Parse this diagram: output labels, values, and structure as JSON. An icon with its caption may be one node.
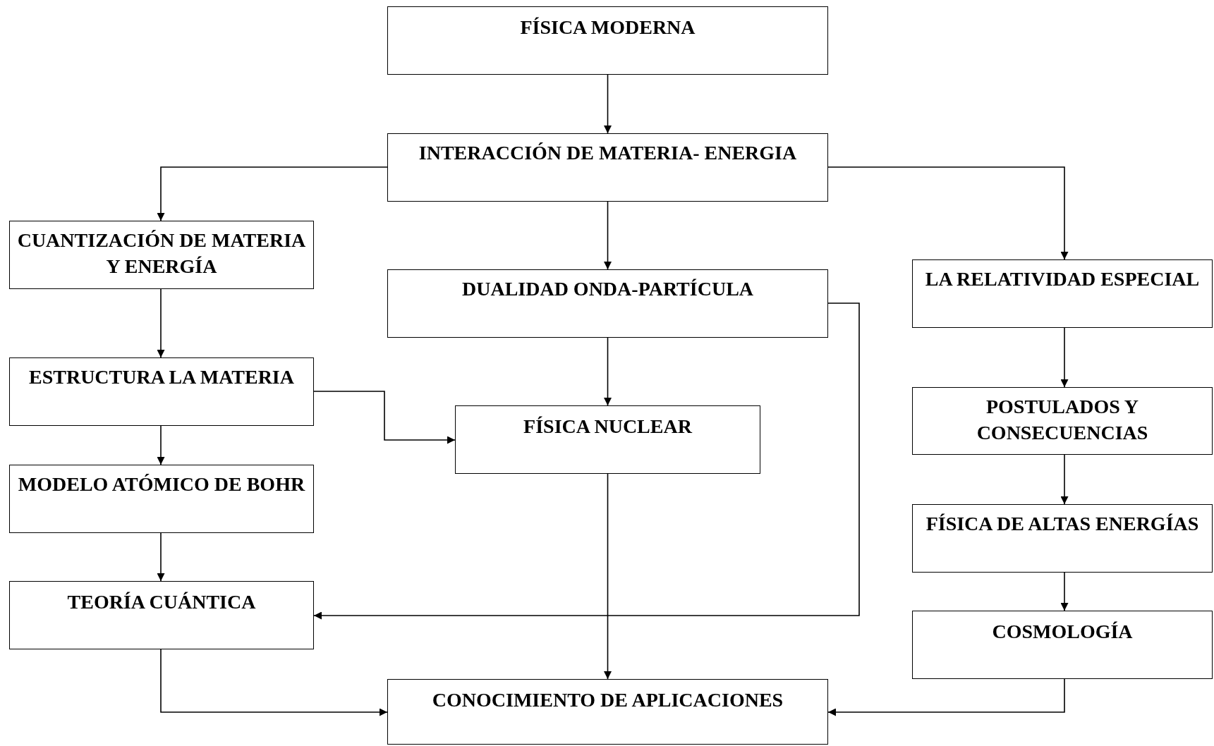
{
  "diagram": {
    "nodes": [
      {
        "text": [
          "FÍSICA MODERNA"
        ]
      },
      {
        "text": [
          "INTERACCIÓN DE MATERIA- ENERGIA"
        ]
      },
      {
        "text": [
          "CUANTIZACIÓN DE MATERIA Y ENERGÍA"
        ]
      },
      {
        "text": [
          "DUALIDAD ONDA-PARTÍCULA"
        ]
      },
      {
        "text": [
          "LA RELATIVIDAD ESPECIAL"
        ]
      },
      {
        "text": [
          "ESTRUCTURA LA MATERIA"
        ]
      },
      {
        "text": [
          "FÍSICA NUCLEAR"
        ]
      },
      {
        "text": [
          "POSTULADOS Y CONSECUENCIAS"
        ]
      },
      {
        "text": [
          "MODELO ATÓMICO DE BOHR"
        ]
      },
      {
        "text": [
          "FÍSICA DE ALTAS ENERGÍAS"
        ]
      },
      {
        "text": [
          "TEORÍA CUÁNTICA"
        ]
      },
      {
        "text": [
          "COSMOLOGÍA"
        ]
      },
      {
        "text": [
          "CONOCIMIENTO DE APLICACIONES"
        ]
      }
    ],
    "edges": [
      {
        "from": 0,
        "to": 1,
        "arrow": "to"
      },
      {
        "from": 1,
        "to": 2,
        "arrow": "to"
      },
      {
        "from": 1,
        "to": 3,
        "arrow": "to"
      },
      {
        "from": 1,
        "to": 4,
        "arrow": "to"
      },
      {
        "from": 2,
        "to": 5,
        "arrow": "to"
      },
      {
        "from": 3,
        "to": 6,
        "arrow": "to"
      },
      {
        "from": 3,
        "to": 10,
        "arrow": "to"
      },
      {
        "from": 5,
        "to": 8,
        "arrow": "to"
      },
      {
        "from": 5,
        "to": 6,
        "arrow": "to"
      },
      {
        "from": 8,
        "to": 10,
        "arrow": "to"
      },
      {
        "from": 4,
        "to": 7,
        "arrow": "to"
      },
      {
        "from": 7,
        "to": 9,
        "arrow": "to"
      },
      {
        "from": 9,
        "to": 11,
        "arrow": "to"
      },
      {
        "from": 6,
        "to": 12,
        "arrow": "to"
      },
      {
        "from": 10,
        "to": 12,
        "arrow": "to"
      },
      {
        "from": 11,
        "to": 12,
        "arrow": "to"
      }
    ]
  }
}
